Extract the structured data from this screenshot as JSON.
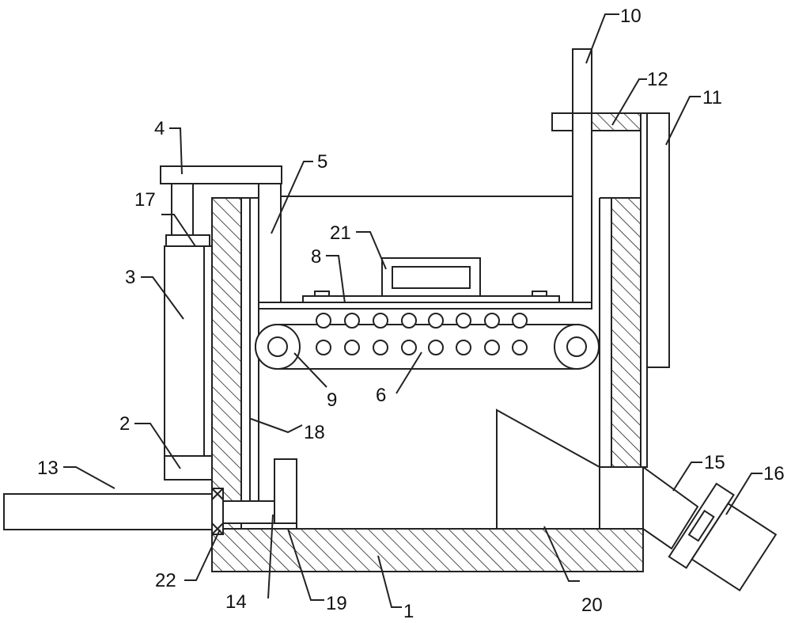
{
  "labels": {
    "l1": "1",
    "l2": "2",
    "l3": "3",
    "l4": "4",
    "l5": "5",
    "l6": "6",
    "l8": "8",
    "l9": "9",
    "l10": "10",
    "l11": "11",
    "l12": "12",
    "l13": "13",
    "l14": "14",
    "l15": "15",
    "l16": "16",
    "l17": "17",
    "l18": "18",
    "l19": "19",
    "l20": "20",
    "l21": "21",
    "l22": "22"
  },
  "colors": {
    "stroke": "#222222",
    "background": "#ffffff"
  }
}
